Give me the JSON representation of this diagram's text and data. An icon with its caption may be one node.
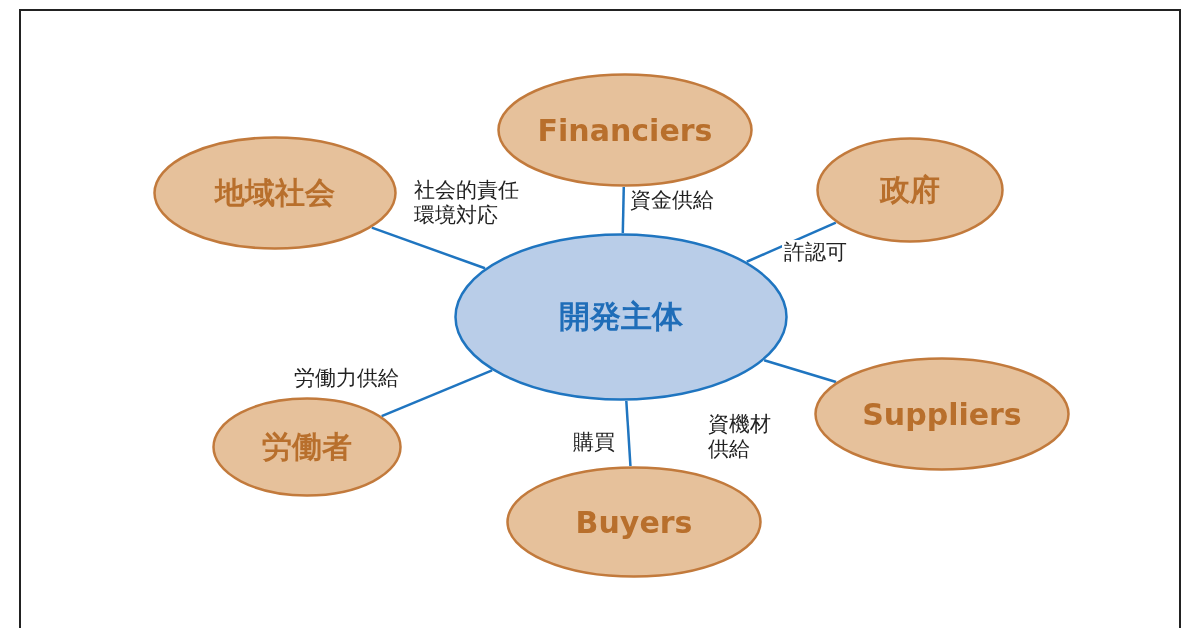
{
  "diagram": {
    "nodes": [
      {
        "text": [
          "開発主体"
        ]
      },
      {
        "text": [
          "Financiers"
        ]
      },
      {
        "text": [
          "政府"
        ]
      },
      {
        "text": [
          "地域社会"
        ]
      },
      {
        "text": [
          "Suppliers"
        ]
      },
      {
        "text": [
          "労働者"
        ]
      },
      {
        "text": [
          "Buyers"
        ]
      }
    ],
    "edges": [
      {
        "from": 0,
        "to": 1,
        "arrow": "none",
        "label": "資金供給"
      },
      {
        "from": 0,
        "to": 2,
        "arrow": "none",
        "label": "許認可"
      },
      {
        "from": 0,
        "to": 3,
        "arrow": "none",
        "label": "社会的責任環境対応"
      },
      {
        "from": 0,
        "to": 4,
        "arrow": "none",
        "label": "資機材供給"
      },
      {
        "from": 0,
        "to": 5,
        "arrow": "none",
        "label": "労働力供給"
      },
      {
        "from": 0,
        "to": 6,
        "arrow": "none",
        "label": "購買"
      }
    ]
  }
}
